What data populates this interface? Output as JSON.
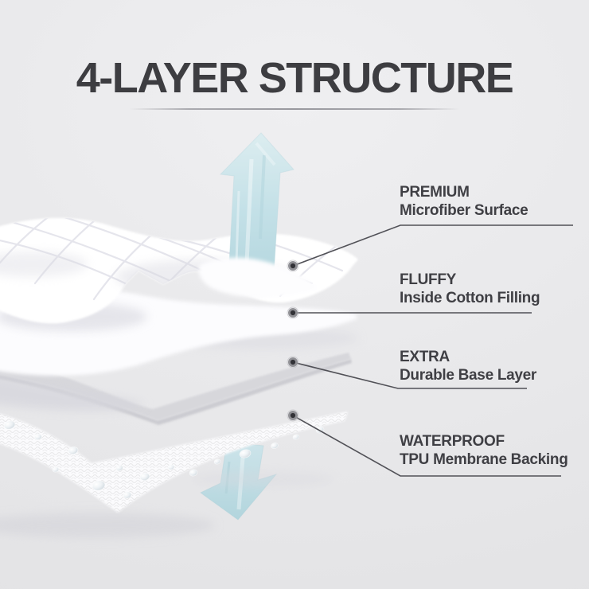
{
  "title": "4-LAYER STRUCTURE",
  "callouts": [
    {
      "heading": "PREMIUM",
      "subheading": "Microfiber Surface"
    },
    {
      "heading": "FLUFFY",
      "subheading": "Inside Cotton Filling"
    },
    {
      "heading": "EXTRA",
      "subheading": "Durable Base Layer"
    },
    {
      "heading": "WATERPROOF",
      "subheading": "TPU Membrane Backing"
    }
  ],
  "icons": {
    "up_arrow": "up-arrow-icon",
    "down_arrow": "down-arrow-icon",
    "anchor": "anchor-dot"
  },
  "colors": {
    "background_top": "#efeff1",
    "background_bottom": "#e2e2e4",
    "title": "#3d3d41",
    "label": "#3f3f44",
    "callout_line": "#515157",
    "arrow_blue": "#c3e0e7",
    "base_layer_gray": "#d7d7db",
    "layer_white": "#fcfcfe"
  }
}
